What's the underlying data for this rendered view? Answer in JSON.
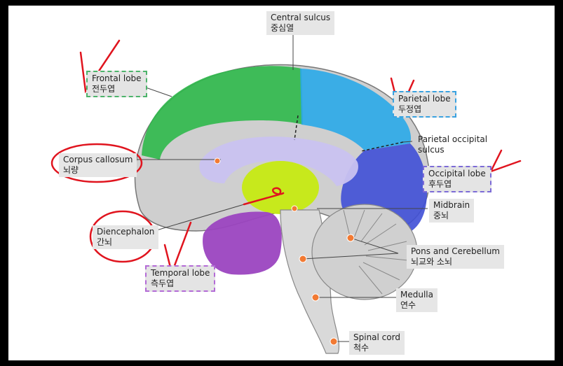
{
  "labels": {
    "central_sulcus": {
      "en": "Central sulcus",
      "ko": "중심열"
    },
    "frontal_lobe": {
      "en": "Frontal lobe",
      "ko": "전두엽"
    },
    "parietal_lobe": {
      "en": "Parietal lobe",
      "ko": "두정엽"
    },
    "parietal_occipital_sulcus": {
      "en": "Parietal occipital",
      "en2": "sulcus"
    },
    "occipital_lobe": {
      "en": "Occipital lobe",
      "ko": "후두엽"
    },
    "corpus_callosum": {
      "en": "Corpus callosum",
      "ko": "뇌량"
    },
    "midbrain": {
      "en": "Midbrain",
      "ko": "중뇌"
    },
    "diencephalon": {
      "en": "Diencephalon",
      "ko": "간뇌"
    },
    "pons_cerebellum": {
      "en": "Pons and Cerebellum",
      "ko": "뇌교와 소뇌"
    },
    "temporal_lobe": {
      "en": "Temporal lobe",
      "ko": "측두엽"
    },
    "medulla": {
      "en": "Medulla",
      "ko": "연수"
    },
    "spinal_cord": {
      "en": "Spinal cord",
      "ko": "척수"
    }
  },
  "colors": {
    "frontal": "#2db84a",
    "parietal": "#29a8e8",
    "occipital": "#3f4fd6",
    "corpus_callosum": "#c9c2f0",
    "diencephalon": "#c6ea12",
    "temporal": "#9b45c0",
    "brainstem": "#d9d9d9",
    "annotation": "#e0141e"
  }
}
